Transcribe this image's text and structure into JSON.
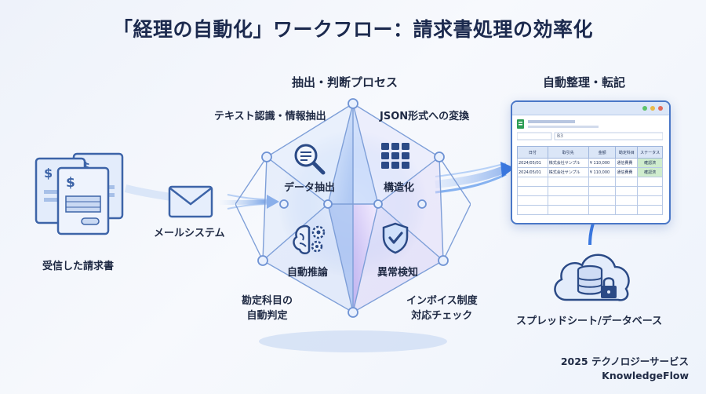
{
  "title": "「経理の自動化」ワークフロー：請求書処理の効率化",
  "sections": {
    "extraction": "抽出・判断プロセス",
    "organize": "自動整理・転記"
  },
  "inputs": {
    "invoices_label": "受信した請求書",
    "mail_label": "メールシステム"
  },
  "nodes": {
    "text_recognition": "テキスト認識・情報抽出",
    "json_conversion": "JSON形式への変換",
    "data_extraction": "データ抽出",
    "structuring": "構造化",
    "auto_inference": "自動推論",
    "anomaly_detection": "異常検知",
    "account_line1": "勘定科目の",
    "account_line2": "自動判定",
    "invoice_line1": "インボイス制度",
    "invoice_line2": "対応チェック"
  },
  "spreadsheet": {
    "cell_ref": "B3",
    "headers": [
      "日付",
      "取引先",
      "金額",
      "勘定科目",
      "ステータス"
    ],
    "rows": [
      [
        "2024/05/01",
        "株式会社サンプル",
        "¥ 110,000",
        "通信費費",
        "確認済"
      ],
      [
        "2024/05/01",
        "株式会社サンプル",
        "¥ 110,000",
        "通信費費",
        "確認済"
      ]
    ]
  },
  "storage_label": "スプレッドシート/データベース",
  "footer": {
    "line1": "2025 テクノロジーサービス",
    "line2": "KnowledgeFlow"
  },
  "colors": {
    "accent": "#3f6fc4",
    "navy": "#1c2a4e",
    "badge_green": "#cfeccd"
  },
  "icons": [
    "dollar-document-icon",
    "envelope-icon",
    "magnifier-document-icon",
    "grid-blocks-icon",
    "brain-gears-icon",
    "shield-check-icon",
    "cloud-database-lock-icon",
    "spreadsheet-icon"
  ]
}
